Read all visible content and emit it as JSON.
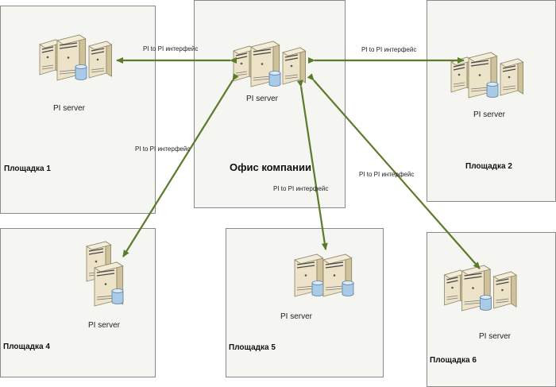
{
  "center": {
    "title": "Офис компании",
    "server_label": "PI server"
  },
  "sites": [
    {
      "id": "site-1",
      "title": "Площадка 1",
      "server_label": "PI server"
    },
    {
      "id": "site-2",
      "title": "Площадка 2",
      "server_label": "PI server"
    },
    {
      "id": "site-4",
      "title": "Площадка 4",
      "server_label": "PI server"
    },
    {
      "id": "site-5",
      "title": "Площадка 5",
      "server_label": "PI server"
    },
    {
      "id": "site-6",
      "title": "Площадка 6",
      "server_label": "PI server"
    }
  ],
  "links": [
    {
      "from": "center",
      "to": "site-1",
      "label": "PI to PI интерфейс"
    },
    {
      "from": "center",
      "to": "site-2",
      "label": "PI to PI интерфейс"
    },
    {
      "from": "center",
      "to": "site-4",
      "label": "PI to PI интерфейс"
    },
    {
      "from": "center",
      "to": "site-5",
      "label": "PI to PI интерфейс"
    },
    {
      "from": "center",
      "to": "site-6",
      "label": "PI to PI интерфейс"
    }
  ],
  "colors": {
    "link": "#5b7a2a",
    "panel": "#f5f6f2",
    "border": "#8a8a8a"
  }
}
